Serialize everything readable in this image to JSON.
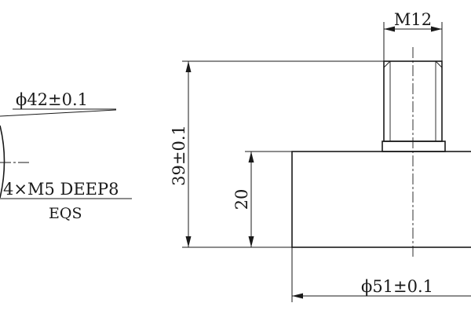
{
  "left_view": {
    "dim_diameter": "ϕ42±0.1",
    "dim_holes": "4×M5 DEEP8",
    "dim_holes_note": "EQS"
  },
  "front_view": {
    "dim_thread": "M12",
    "dim_total_height": "39±0.1",
    "dim_body_height": "20",
    "dim_body_diameter": "ϕ51±0.1"
  }
}
